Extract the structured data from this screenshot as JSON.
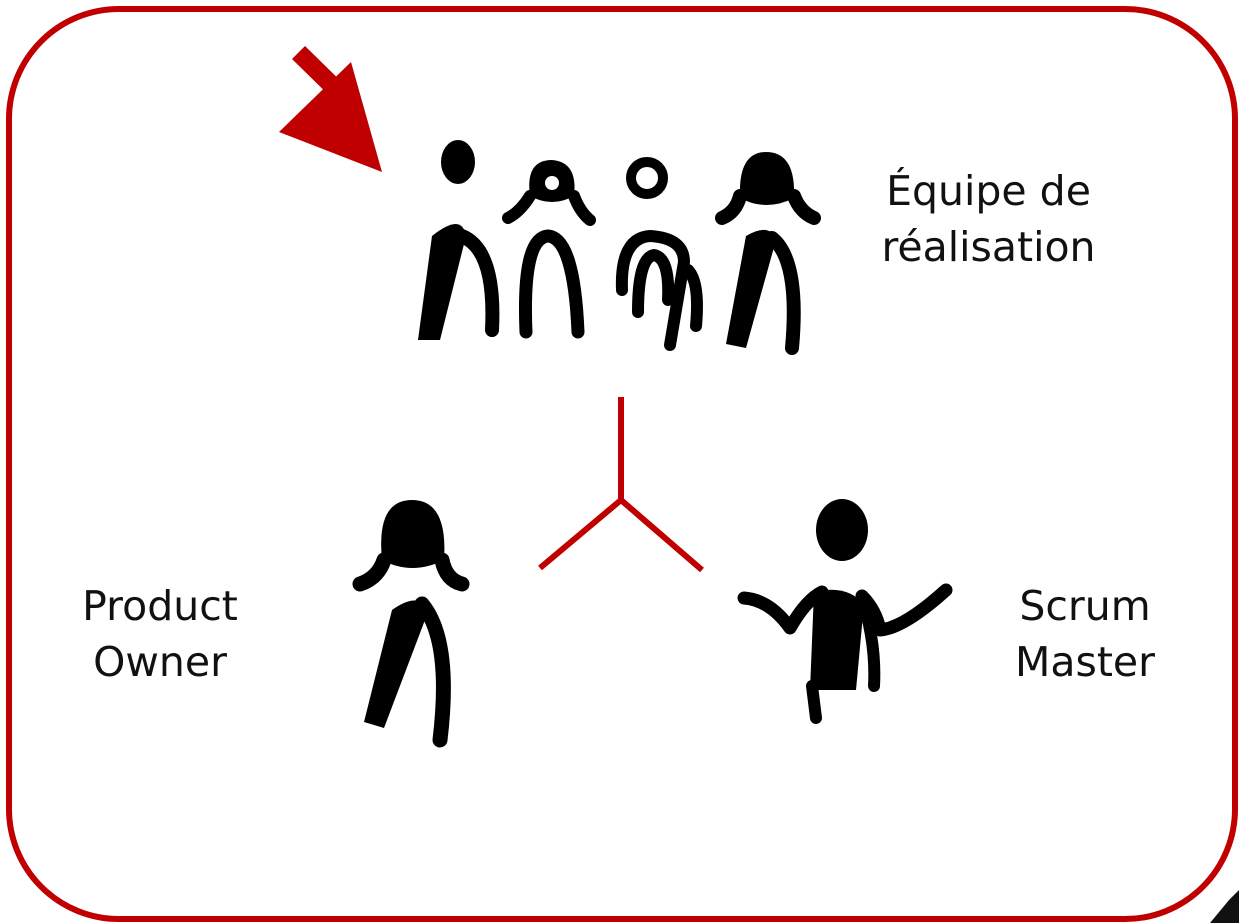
{
  "colors": {
    "accent": "#c00000",
    "figure": "#000000",
    "text": "#111111",
    "background": "#ffffff"
  },
  "roles": {
    "team": {
      "line1": "Équipe de",
      "line2": "réalisation",
      "icon": "team-figures-icon",
      "highlighted": true
    },
    "product_owner": {
      "line1": "Product",
      "line2": "Owner",
      "icon": "product-owner-figure-icon"
    },
    "scrum_master": {
      "line1": "Scrum",
      "line2": "Master",
      "icon": "scrum-master-figure-icon"
    }
  },
  "pointer_icon": "arrow-pointer-icon",
  "connector_icon": "y-connector-icon"
}
